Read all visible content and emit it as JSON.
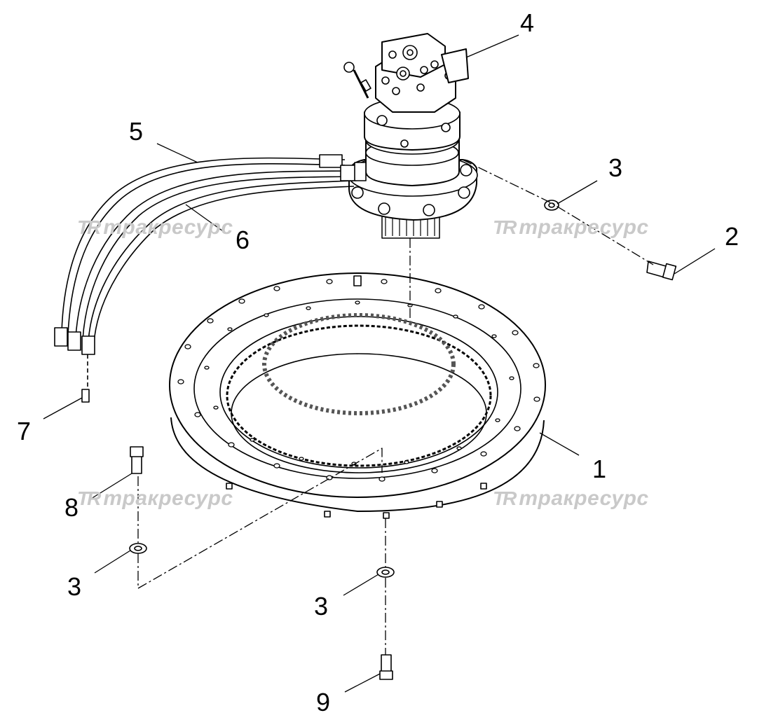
{
  "callouts": {
    "c1": "1",
    "c2": "2",
    "c3a": "3",
    "c3b": "3",
    "c3c": "3",
    "c4": "4",
    "c5": "5",
    "c6": "6",
    "c7": "7",
    "c8": "8",
    "c9": "9"
  },
  "watermark": {
    "logo": "ТR",
    "text": "тракресурс"
  }
}
